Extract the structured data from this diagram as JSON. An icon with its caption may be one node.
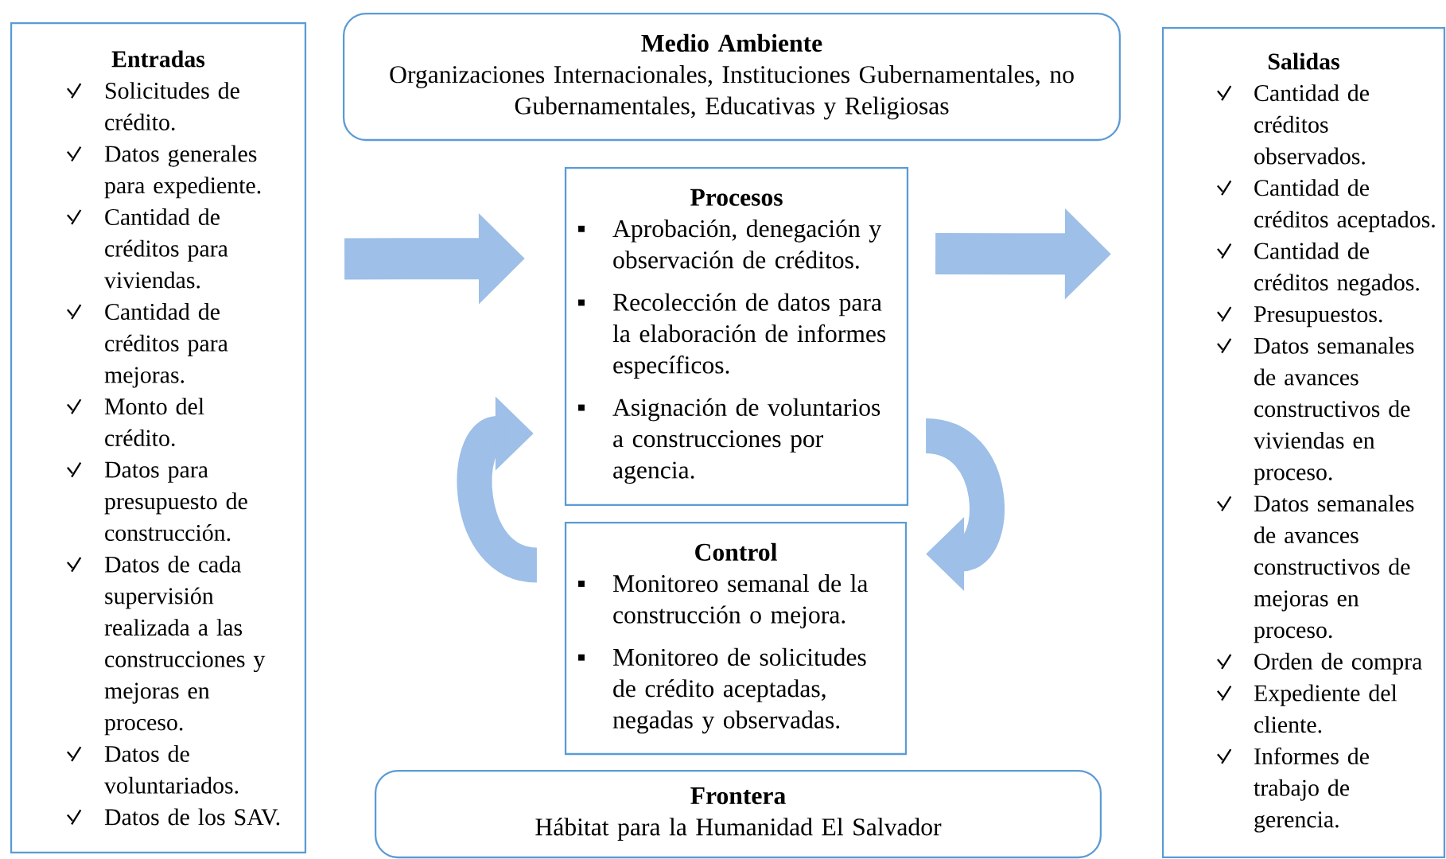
{
  "diagram": {
    "nodes": [
      {
        "text": [
          "Entradas",
          "Solicitudes de crédito.",
          "Datos generales para expediente.",
          "Cantidad de créditos para viviendas.",
          "Cantidad de créditos para mejoras.",
          "Monto del crédito.",
          "Datos para presupuesto de construcción.",
          "Datos de cada supervisión realizada a las construcciones y mejoras en proceso.",
          "Datos de voluntariados.",
          "Datos de los SAV."
        ]
      },
      {
        "text": [
          "Medio Ambiente",
          "Organizaciones Internacionales, Instituciones Gubernamentales, no Gubernamentales, Educativas y Religiosas"
        ]
      },
      {
        "text": [
          "Procesos",
          "Aprobación, denegación y observación de créditos.",
          "Recolección de datos para la elaboración de informes específicos.",
          "Asignación de voluntarios a construcciones por agencia."
        ]
      },
      {
        "text": [
          "Control",
          "Monitoreo semanal de la construcción o mejora.",
          "Monitoreo de solicitudes de crédito aceptadas, negadas y observadas."
        ]
      },
      {
        "text": [
          "Frontera",
          "Hábitat para la Humanidad El Salvador"
        ]
      },
      {
        "text": [
          "Salidas",
          "Cantidad de créditos observados.",
          "Cantidad de créditos aceptados.",
          "Cantidad de créditos negados.",
          "Presupuestos.",
          "Datos semanales de avances constructivos de viviendas en proceso.",
          "Datos semanales de avances constructivos de mejoras en proceso.",
          "Orden de compra",
          "Expediente del cliente.",
          "Informes de trabajo de gerencia."
        ]
      }
    ],
    "edges": [
      {
        "from": 0,
        "to": 2,
        "arrow": "to"
      },
      {
        "from": 2,
        "to": 5,
        "arrow": "to"
      },
      {
        "from": 3,
        "to": 2,
        "arrow": "to"
      },
      {
        "from": 2,
        "to": 3,
        "arrow": "to"
      }
    ]
  }
}
